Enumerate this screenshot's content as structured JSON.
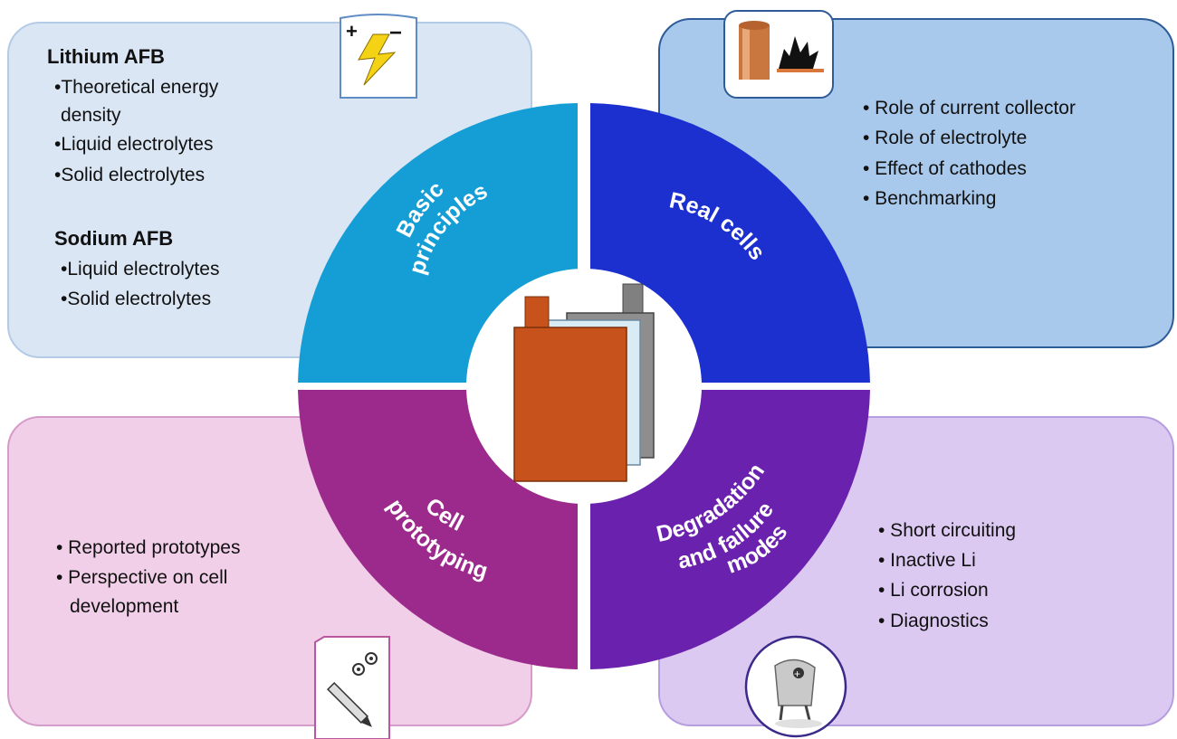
{
  "panels": {
    "top_left": {
      "heading1": "Lithium AFB",
      "items1": [
        "•Theoretical energy",
        "density",
        "•Liquid electrolytes",
        "•Solid electrolytes"
      ],
      "heading2": "Sodium AFB",
      "items2": [
        "•Liquid electrolytes",
        "•Solid electrolytes"
      ]
    },
    "top_right": {
      "items": [
        "• Role of current collector",
        "• Role of electrolyte",
        "• Effect of cathodes",
        "• Benchmarking"
      ]
    },
    "bottom_left": {
      "items": [
        "• Reported prototypes",
        "• Perspective on cell",
        "development"
      ]
    },
    "bottom_right": {
      "items": [
        "• Short circuiting",
        "• Inactive Li",
        "• Li corrosion",
        "• Diagnostics"
      ]
    }
  },
  "wheel": {
    "basic_principles": [
      "Basic",
      "principles"
    ],
    "real_cells": "Real cells",
    "cell_prototyping": [
      "Cell",
      "prototyping"
    ],
    "degradation": [
      "Degradation",
      "and failure",
      "modes"
    ]
  },
  "icons": {
    "top_left": "battery-polarity-lightning-icon",
    "top_right": "copper-foil-explosion-icon",
    "bottom_left": "pencil-gears-icon",
    "bottom_right": "damaged-battery-icon",
    "center": "pouch-cell-stack-icon"
  },
  "colors": {
    "basic_principles": "#159ed6",
    "real_cells": "#1c2fcf",
    "cell_prototyping": "#9c2a8c",
    "degradation": "#6a22ae",
    "center_cell": "#c8521b"
  }
}
